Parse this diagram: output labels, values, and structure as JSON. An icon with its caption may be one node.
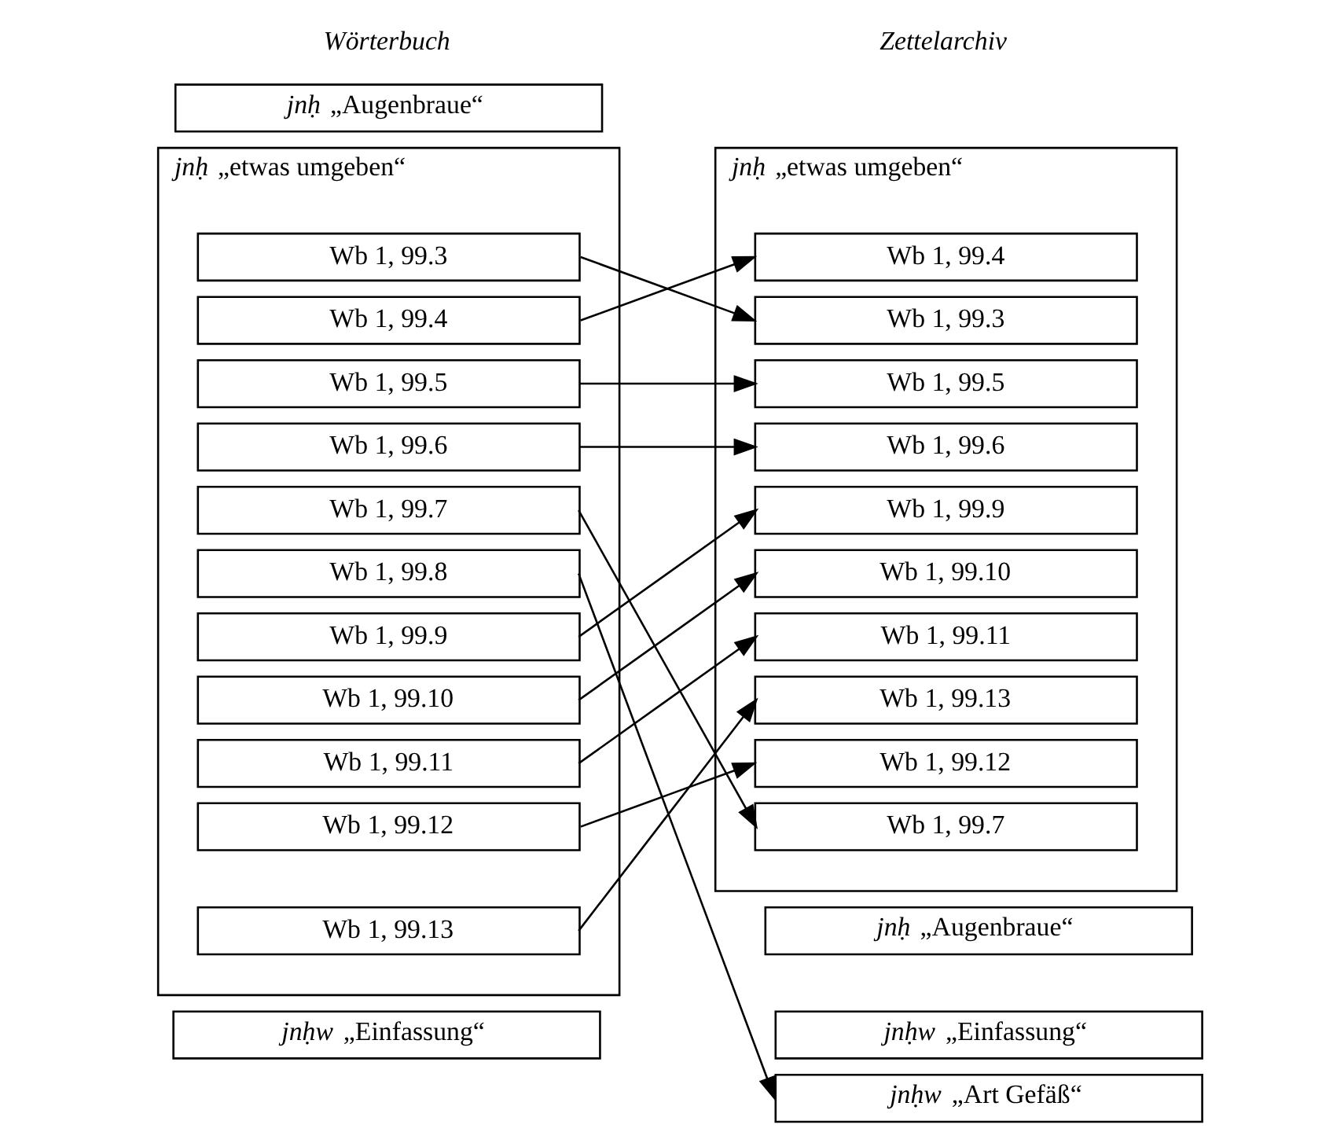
{
  "diagram": {
    "nodes": [
      {
        "text": [
          "*jnḥ* „Augenbraue“"
        ]
      },
      {
        "text": [
          "*jnḥ* „etwas umgeben“"
        ]
      },
      {
        "text": [
          "Wb 1, 99.3"
        ],
        "in": 1
      },
      {
        "text": [
          "Wb 1, 99.4"
        ],
        "in": 1
      },
      {
        "text": [
          "Wb 1, 99.5"
        ],
        "in": 1
      },
      {
        "text": [
          "Wb 1, 99.6"
        ],
        "in": 1
      },
      {
        "text": [
          "Wb 1, 99.7"
        ],
        "in": 1
      },
      {
        "text": [
          "Wb 1, 99.8"
        ],
        "in": 1
      },
      {
        "text": [
          "Wb 1, 99.9"
        ],
        "in": 1
      },
      {
        "text": [
          "Wb 1, 99.10"
        ],
        "in": 1
      },
      {
        "text": [
          "Wb 1, 99.11"
        ],
        "in": 1
      },
      {
        "text": [
          "Wb 1, 99.12"
        ],
        "in": 1
      },
      {
        "text": [
          "Wb 1, 99.13"
        ],
        "in": 1
      },
      {
        "text": [
          "*jnḥw* „Einfassung“"
        ]
      },
      {
        "text": [
          "*jnḥ* „etwas umgeben“"
        ]
      },
      {
        "text": [
          "Wb 1, 99.4"
        ],
        "in": 14
      },
      {
        "text": [
          "Wb 1, 99.3"
        ],
        "in": 14
      },
      {
        "text": [
          "Wb 1, 99.5"
        ],
        "in": 14
      },
      {
        "text": [
          "Wb 1, 99.6"
        ],
        "in": 14
      },
      {
        "text": [
          "Wb 1, 99.9"
        ],
        "in": 14
      },
      {
        "text": [
          "Wb 1, 99.10"
        ],
        "in": 14
      },
      {
        "text": [
          "Wb 1, 99.11"
        ],
        "in": 14
      },
      {
        "text": [
          "Wb 1, 99.13"
        ],
        "in": 14
      },
      {
        "text": [
          "Wb 1, 99.12"
        ],
        "in": 14
      },
      {
        "text": [
          "Wb 1, 99.7"
        ],
        "in": 14
      },
      {
        "text": [
          "*jnḥ* „Augenbraue“"
        ]
      },
      {
        "text": [
          "*jnḥw* „Einfassung“"
        ]
      },
      {
        "text": [
          "*jnḥw* „Art Gefäß“"
        ]
      }
    ],
    "edges": [
      {
        "from": 2,
        "to": 16,
        "arrow": "to"
      },
      {
        "from": 3,
        "to": 15,
        "arrow": "to"
      },
      {
        "from": 4,
        "to": 17,
        "arrow": "to"
      },
      {
        "from": 5,
        "to": 18,
        "arrow": "to"
      },
      {
        "from": 6,
        "to": 24,
        "arrow": "to"
      },
      {
        "from": 7,
        "to": 27,
        "arrow": "to"
      },
      {
        "from": 8,
        "to": 19,
        "arrow": "to"
      },
      {
        "from": 9,
        "to": 20,
        "arrow": "to"
      },
      {
        "from": 10,
        "to": 21,
        "arrow": "to"
      },
      {
        "from": 11,
        "to": 23,
        "arrow": "to"
      },
      {
        "from": 12,
        "to": 22,
        "arrow": "to"
      }
    ],
    "labels": [
      "*Wörterbuch*",
      "*Zettelarchiv*"
    ]
  }
}
